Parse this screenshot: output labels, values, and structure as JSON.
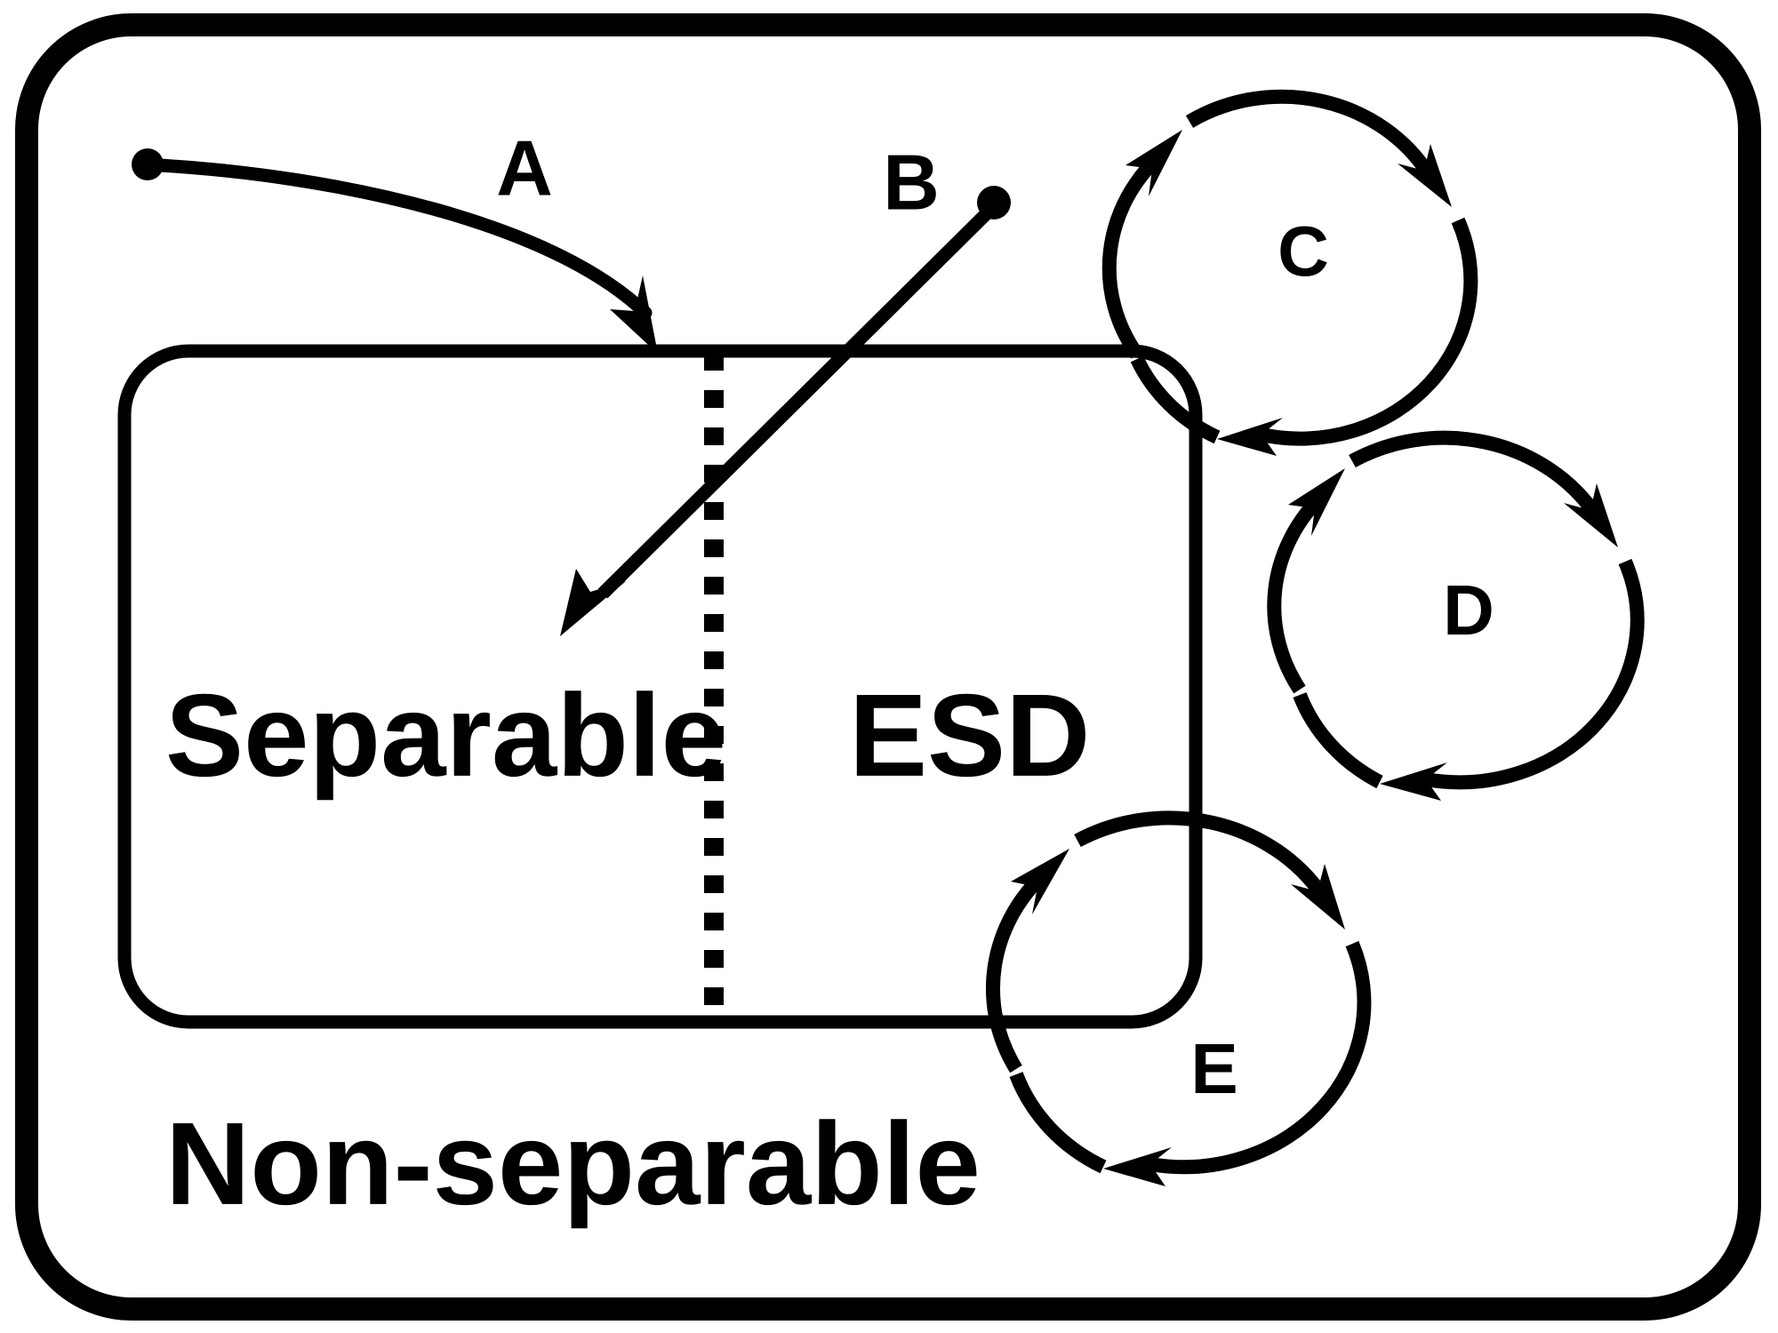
{
  "figure": {
    "kind": "concept-diagram",
    "background_color": "#ffffff",
    "stroke_color": "#000000",
    "outer_region": {
      "name": "outer-boundary",
      "label": "Non-separable",
      "shape": "rounded-rectangle"
    },
    "inner_region": {
      "name": "inner-boundary",
      "shape": "rounded-rectangle",
      "divider": "dotted-vertical",
      "left_label": "Separable",
      "right_label": "ESD"
    },
    "markers": [
      {
        "id": "A",
        "label": "A",
        "type": "curved-arrow-from-dot",
        "description": "dot with curved arrow pointing down-right to inner boundary top edge"
      },
      {
        "id": "B",
        "label": "B",
        "type": "straight-arrow-from-dot",
        "description": "dot with straight arrow pointing down-left into Separable area"
      }
    ],
    "loops": [
      {
        "id": "C",
        "label": "C",
        "type": "circular-cycle-arrow",
        "arrowheads": 3,
        "attached_to": "inner-boundary-top-right",
        "direction": "clockwise"
      },
      {
        "id": "D",
        "label": "D",
        "type": "circular-cycle-arrow",
        "arrowheads": 3,
        "attached_to": "free-standing",
        "direction": "clockwise"
      },
      {
        "id": "E",
        "label": "E",
        "type": "circular-cycle-arrow",
        "arrowheads": 3,
        "attached_to": "inner-boundary-bottom-right",
        "direction": "clockwise"
      }
    ]
  },
  "labels": {
    "a": "A",
    "b": "B",
    "c": "C",
    "d": "D",
    "e": "E",
    "separable": "Separable",
    "esd": "ESD",
    "non_separable": "Non-separable"
  },
  "colors": {
    "stroke": "#000000",
    "fill": "#ffffff",
    "text": "#000000"
  }
}
